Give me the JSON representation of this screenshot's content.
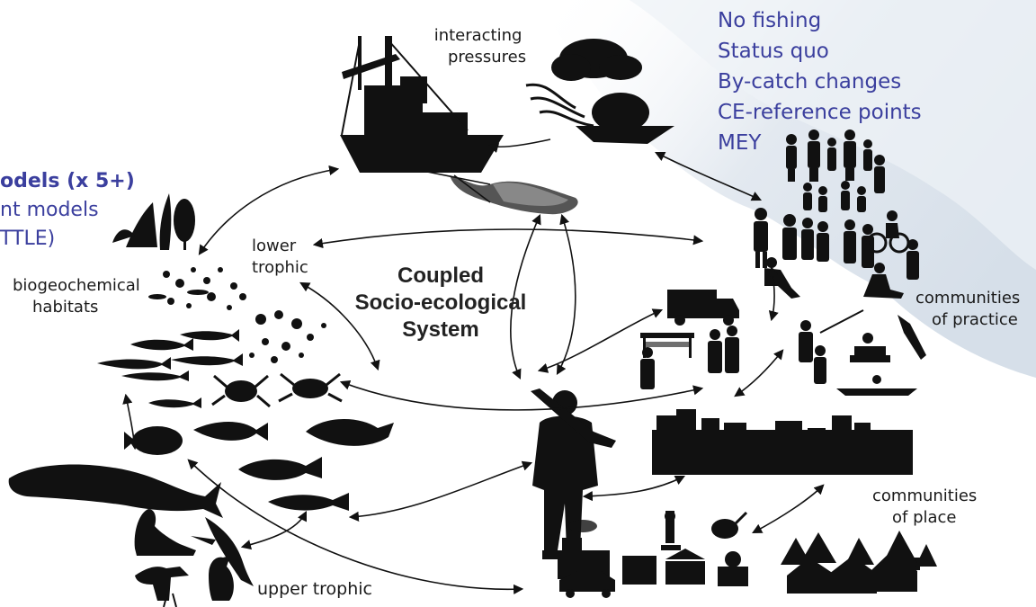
{
  "scenarios": [
    "No fishing",
    "Status quo",
    "By-catch changes",
    "CE-reference points",
    "MEY"
  ],
  "models": {
    "line1": "odels (x 5+)",
    "line2": "nt models",
    "line3": "TTLE)"
  },
  "center_title": {
    "line1": "Coupled",
    "line2": "Socio-ecological",
    "line3": "System"
  },
  "labels": {
    "interacting_1": "interacting",
    "interacting_2": "pressures",
    "lower_1": "lower",
    "lower_2": "trophic",
    "biogeo_1": "biogeochemical",
    "biogeo_2": "habitats",
    "upper": "upper trophic",
    "cop_1": "communities",
    "cop_2": "of practice",
    "place_1": "communities",
    "place_2": "of place"
  },
  "colors": {
    "scenario_text": "#3b3f9e",
    "silhouette": "#111111",
    "map_background": "#dfe6ee"
  },
  "icons": [
    "trawler-icon",
    "weather-cloud-icon",
    "kelp-icon",
    "plankton-icon",
    "fish-icon",
    "crab-icon",
    "flatfish-icon",
    "whale-icon",
    "sea-lion-icon",
    "seabird-icon",
    "cormorant-icon",
    "puffin-icon",
    "fisherman-icon",
    "people-crowd-icon",
    "truck-icon",
    "market-stall-icon",
    "city-skyline-icon",
    "factory-icon",
    "car-icon",
    "microscope-icon",
    "palette-icon",
    "bank-icon",
    "houses-icon",
    "trees-icon"
  ]
}
